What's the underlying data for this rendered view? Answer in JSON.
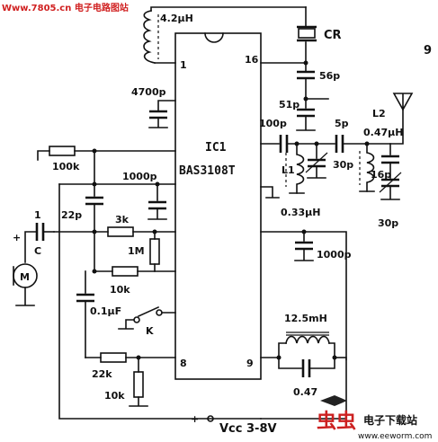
{
  "watermark": {
    "site": "Www.7805.cn 电子电路图站",
    "brand_char1": "虫",
    "brand_char2": "虫",
    "brand_text": "电子下载站",
    "brand_url": "www.eeworm.com"
  },
  "chip": {
    "name": "IC1",
    "part": "BAS3108T",
    "pins": [
      "1",
      "16",
      "8",
      "9"
    ]
  },
  "components": {
    "l_top": "4.2μH",
    "crystal": "CR",
    "c_56p": "56p",
    "c_4700p": "4700p",
    "c_51p": "51p",
    "c_100p": "100p",
    "c_5p": "5p",
    "l2": "L2",
    "l2_value": "0.47μH",
    "c_30p_mid": "30p",
    "c_16p": "16p",
    "c_30p_right": "30p",
    "l1": "L1",
    "l1_value": "0.33μH",
    "r_100k": "100k",
    "c_1000p_top": "1000p",
    "c_1000p_right": "1000p",
    "c_22p": "22p",
    "r_3k": "3k",
    "r_1M": "1M",
    "r_10k_mid": "10k",
    "c_1": "1",
    "c_label": "C",
    "plus": "+",
    "mic": "M",
    "c_01uF": "0.1μF",
    "switch": "K",
    "inductor_12_5": "12.5mH",
    "c_0_47": "0.47",
    "r_22k": "22k",
    "r_10k_bottom": "10k",
    "vcc": "Vcc  3-8V",
    "vcc_plus": "+",
    "top_right_mark": "9"
  }
}
